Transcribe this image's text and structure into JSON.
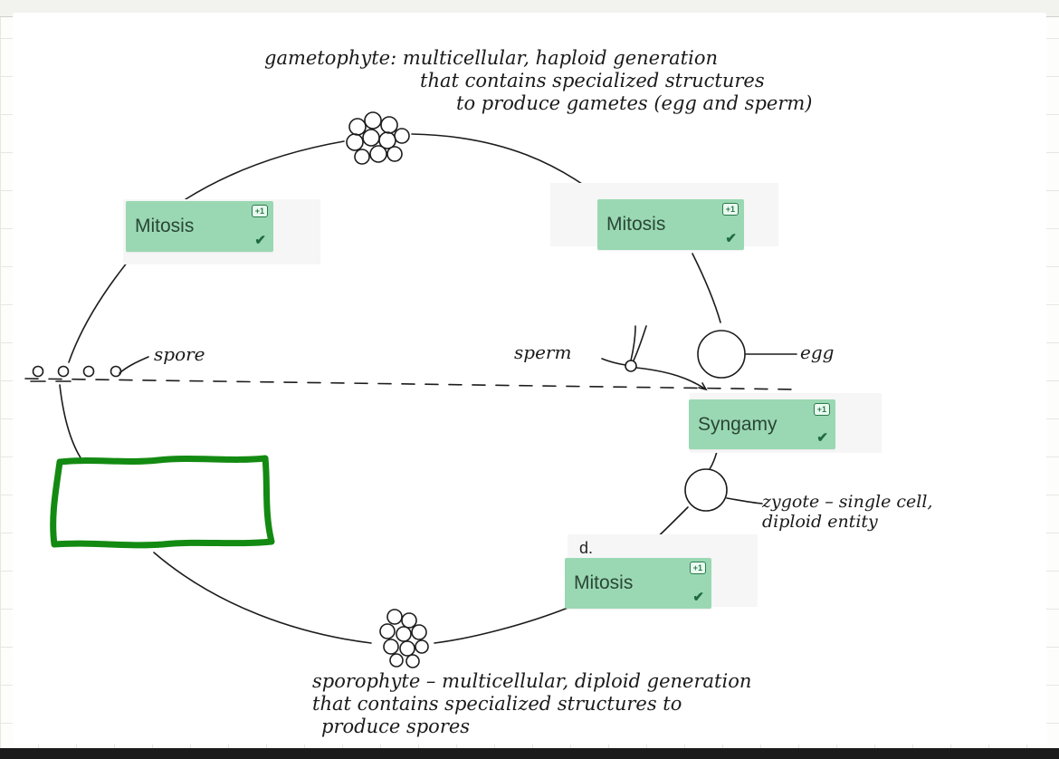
{
  "annotations": {
    "gametophyte": [
      "gametophyte: multicellular, haploid generation",
      "that contains specialized structures",
      "to produce gametes (egg and sperm)"
    ],
    "spore": "spore",
    "sperm": "sperm",
    "egg": "egg",
    "zygote": [
      "zygote – single cell,",
      "diploid entity"
    ],
    "sporophyte": [
      "sporophyte – multicellular, diploid generation",
      "that contains specialized structures to",
      "produce spores"
    ]
  },
  "answer_cards": [
    {
      "label": "Mitosis",
      "points": "+1",
      "status": "correct"
    },
    {
      "label": "Mitosis",
      "points": "+1",
      "status": "correct"
    },
    {
      "label": "Syngamy",
      "points": "+1",
      "status": "correct"
    },
    {
      "label": "Mitosis",
      "points": "+1",
      "status": "correct"
    }
  ],
  "empty_slot": {
    "value": "",
    "highlight_color": "#138a12"
  },
  "question_letter": "d.",
  "colors": {
    "card": "#9ad8b3",
    "check": "#1f6b40",
    "highlight": "#138a12"
  }
}
